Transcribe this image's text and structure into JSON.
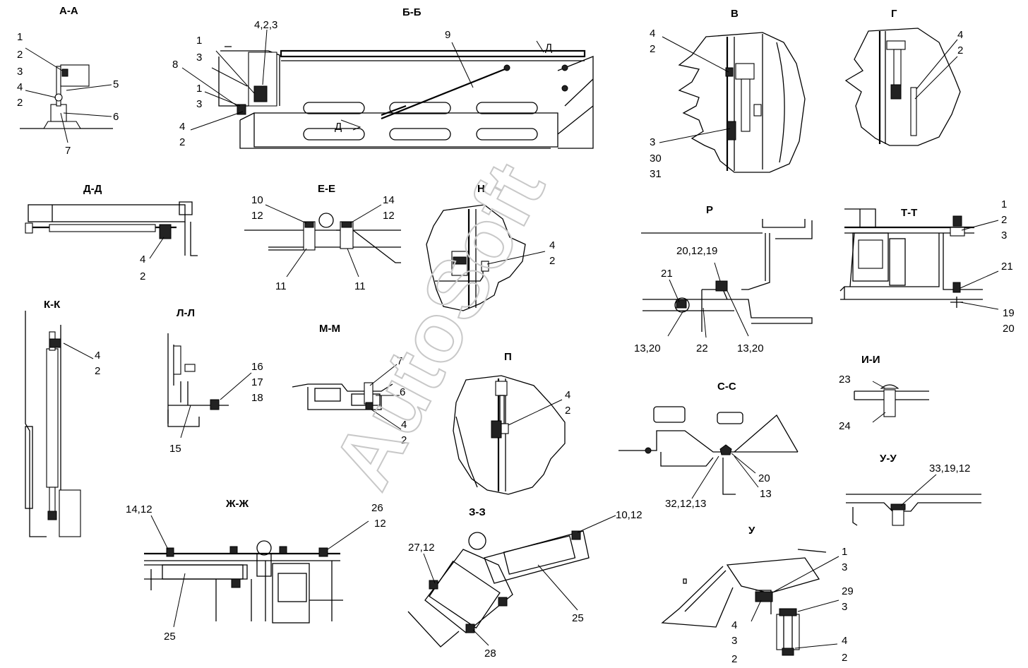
{
  "watermark": "AutoSoft",
  "views": {
    "aa": {
      "title": "А-А",
      "labels": [
        "1",
        "2",
        "3",
        "4",
        "2",
        "5",
        "6",
        "7"
      ]
    },
    "bb": {
      "title": "Б-Б",
      "labels": [
        "1",
        "3",
        "4,2,3",
        "8",
        "1",
        "3",
        "4",
        "2",
        "9",
        "Д",
        "Д"
      ]
    },
    "v": {
      "title": "В",
      "labels": [
        "4",
        "2",
        "3",
        "30",
        "31"
      ]
    },
    "g": {
      "title": "Г",
      "labels": [
        "4",
        "2"
      ]
    },
    "dd": {
      "title": "Д-Д",
      "labels": [
        "4",
        "2"
      ]
    },
    "ee": {
      "title": "Е-Е",
      "labels": [
        "10",
        "12",
        "14",
        "12",
        "11",
        "11"
      ]
    },
    "n": {
      "title": "Н",
      "labels": [
        "4",
        "2"
      ]
    },
    "r": {
      "title": "Р",
      "labels": [
        "20,12,19",
        "21",
        "13,20",
        "22",
        "13,20"
      ]
    },
    "tt": {
      "title": "Т-Т",
      "labels": [
        "1",
        "2",
        "3",
        "21",
        "19",
        "20"
      ]
    },
    "kk": {
      "title": "К-К",
      "labels": [
        "4",
        "2"
      ]
    },
    "ll": {
      "title": "Л-Л",
      "labels": [
        "16",
        "17",
        "18",
        "15"
      ]
    },
    "mm": {
      "title": "М-М",
      "labels": [
        "7",
        "6",
        "4",
        "2"
      ]
    },
    "p": {
      "title": "П",
      "labels": [
        "4",
        "2"
      ]
    },
    "ii": {
      "title": "И-И",
      "labels": [
        "23",
        "24"
      ]
    },
    "ss": {
      "title": "С-С",
      "labels": [
        "20",
        "13",
        "32,12,13"
      ]
    },
    "uu": {
      "title": "У-У",
      "labels": [
        "33,19,12"
      ]
    },
    "zhzh": {
      "title": "Ж-Ж",
      "labels": [
        "14,12",
        "26",
        "12",
        "25"
      ]
    },
    "zz": {
      "title": "З-З",
      "labels": [
        "10,12",
        "27,12",
        "25",
        "28"
      ]
    },
    "u": {
      "title": "У",
      "labels": [
        "1",
        "3",
        "29",
        "3",
        "4",
        "3",
        "2",
        "4",
        "2"
      ]
    }
  }
}
